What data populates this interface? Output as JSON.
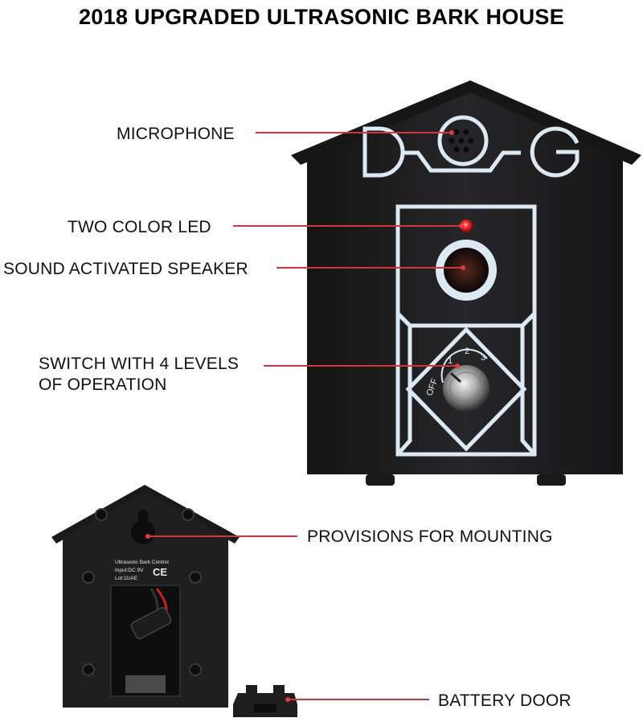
{
  "header": {
    "title": "2018 UPGRADED ULTRASONIC BARK HOUSE"
  },
  "front_device": {
    "logo_letters": [
      "D",
      "G"
    ],
    "switch_levels": [
      "OFF",
      "1",
      "2",
      "3"
    ]
  },
  "back_device": {
    "label_lines": [
      "Ultrasonic Bark Control",
      "Input:DC 9V",
      "Lot:11/AE"
    ],
    "ce_mark": "CE"
  },
  "callouts": {
    "microphone": "MICROPHONE",
    "led": "TWO COLOR LED",
    "speaker": "SOUND ACTIVATED SPEAKER",
    "switch_line1": "SWITCH WITH 4 LEVELS",
    "switch_line2": "OF OPERATION",
    "mounting": "PROVISIONS FOR MOUNTING",
    "battery_door": "BATTERY DOOR"
  },
  "colors": {
    "leader": "#d8333a",
    "device_body": "#1d1d1e",
    "logo_outline": "#dbe9f3",
    "led": "#ff2a2a"
  }
}
